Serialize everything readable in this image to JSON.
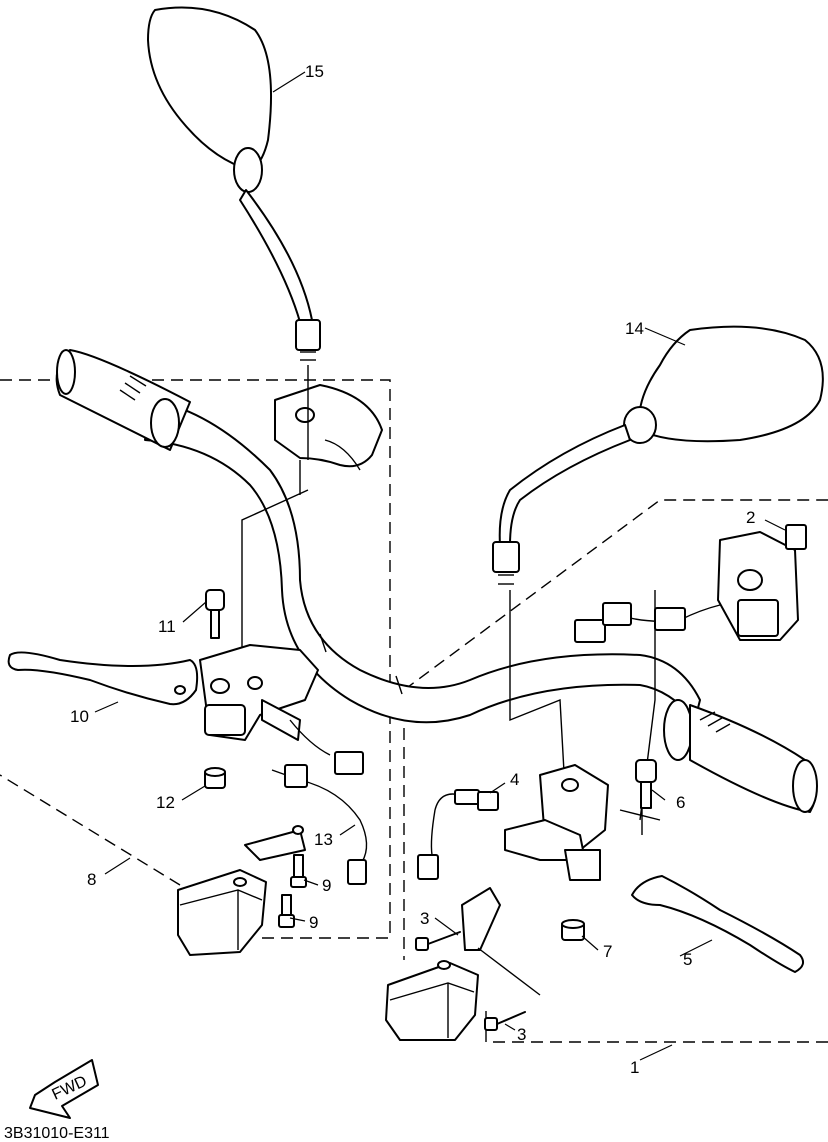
{
  "diagram": {
    "callouts": {
      "c1": "1",
      "c2": "2",
      "c3a": "3",
      "c3b": "3",
      "c4": "4",
      "c5": "5",
      "c6": "6",
      "c7": "7",
      "c8": "8",
      "c9a": "9",
      "c9b": "9",
      "c10": "10",
      "c11": "11",
      "c12": "12",
      "c13": "13",
      "c14": "14",
      "c15": "15"
    },
    "fwd_label": "FWD",
    "drawing_code": "3B31010-E311"
  }
}
